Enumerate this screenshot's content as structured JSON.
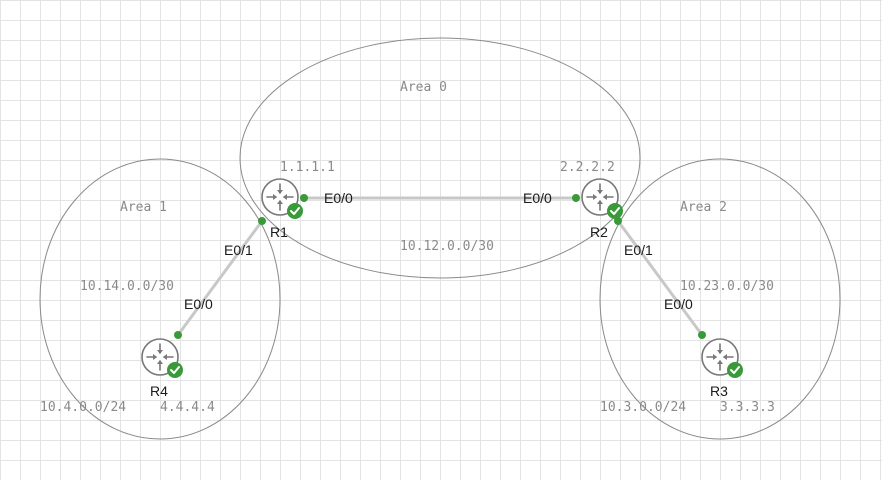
{
  "areas": [
    {
      "label": "Area 0"
    },
    {
      "label": "Area 1"
    },
    {
      "label": "Area 2"
    }
  ],
  "routers": [
    {
      "name": "R1",
      "router_id": "1.1.1.1",
      "status": "ok"
    },
    {
      "name": "R2",
      "router_id": "2.2.2.2",
      "status": "ok"
    },
    {
      "name": "R3",
      "router_id": "3.3.3.3",
      "status": "ok"
    },
    {
      "name": "R4",
      "router_id": "4.4.4.4",
      "status": "ok"
    }
  ],
  "links": [
    {
      "subnet": "10.12.0.0/30",
      "a_iface": "E0/0",
      "b_iface": "E0/0"
    },
    {
      "subnet": "10.14.0.0/30",
      "a_iface": "E0/1",
      "b_iface": "E0/0"
    },
    {
      "subnet": "10.23.0.0/30",
      "a_iface": "E0/1",
      "b_iface": "E0/0"
    }
  ],
  "stub_networks": [
    {
      "prefix": "10.4.0.0/24"
    },
    {
      "prefix": "10.3.0.0/24"
    }
  ],
  "colors": {
    "status_ok": "#3a9a3a",
    "link": "#c8c8c8",
    "area_outline": "#8a8a8a",
    "grid": "#e3e3e3"
  }
}
